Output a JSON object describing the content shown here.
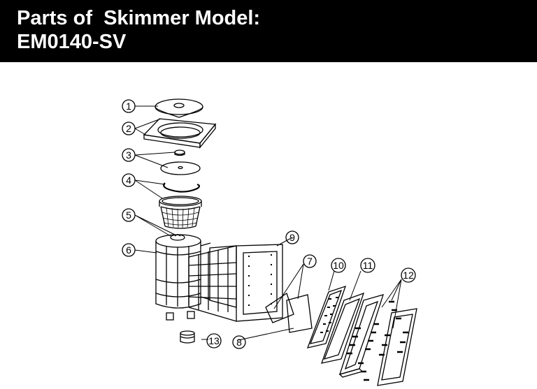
{
  "header": {
    "title_line1": "Parts of  Skimmer Model:",
    "title_line2": "EM0140-SV"
  },
  "callouts": [
    "1",
    "2",
    "3",
    "4",
    "5",
    "6",
    "7",
    "8",
    "9",
    "10",
    "11",
    "12",
    "13"
  ],
  "colors": {
    "header_bg": "#000000",
    "header_text": "#ffffff",
    "line": "#000000"
  }
}
